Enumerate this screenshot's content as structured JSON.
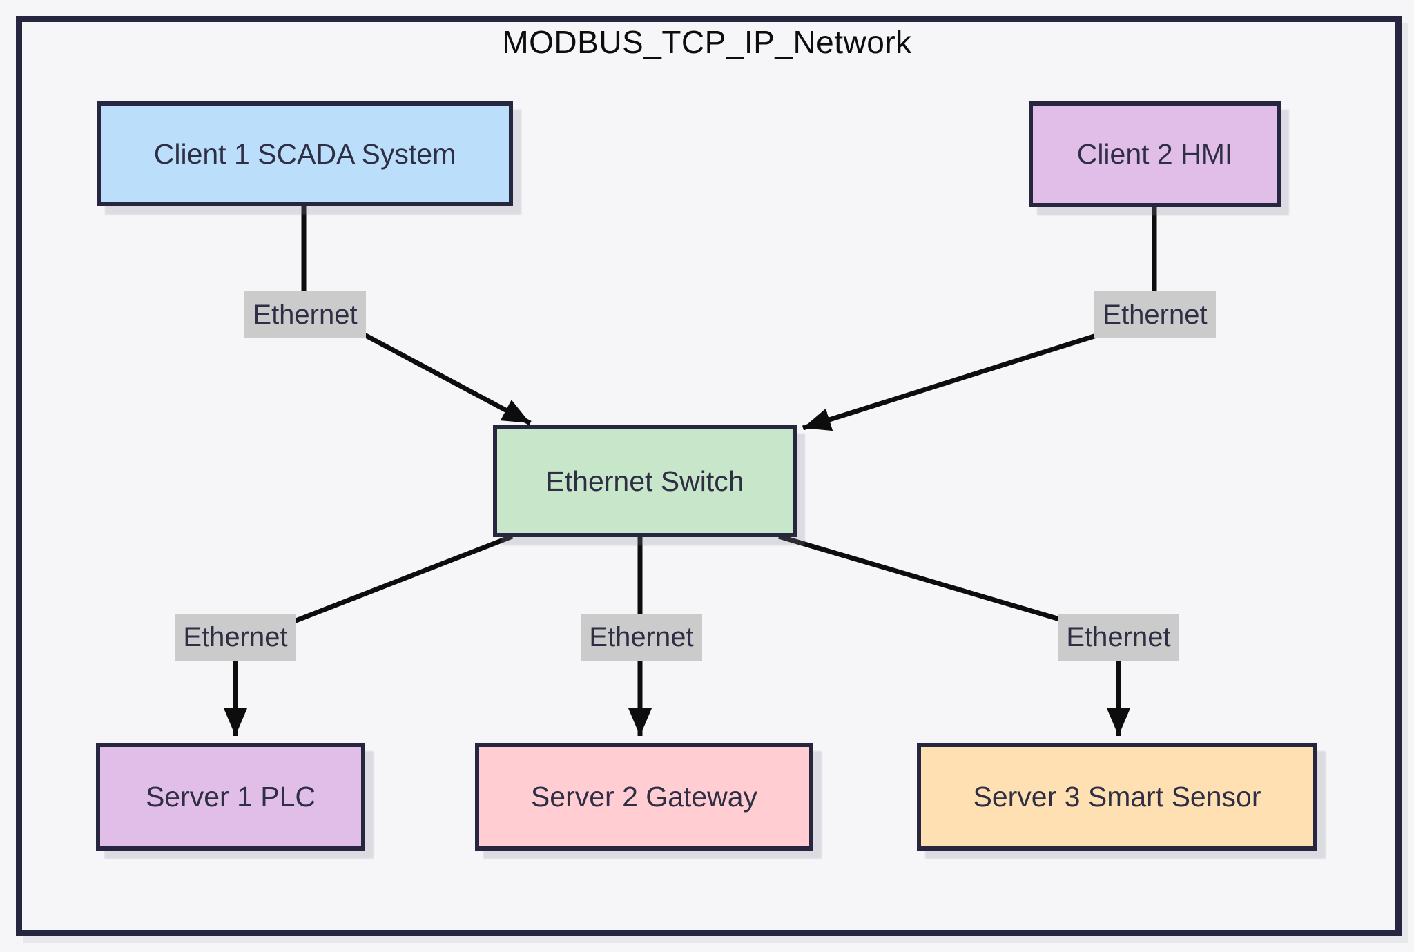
{
  "title": "MODBUS_TCP_IP_Network",
  "nodes": {
    "client1": {
      "label": "Client 1 SCADA System",
      "fill": "#BBDEFB"
    },
    "client2": {
      "label": "Client 2 HMI",
      "fill": "#E1BEE7"
    },
    "switch": {
      "label": "Ethernet Switch",
      "fill": "#C8E6C9"
    },
    "server1": {
      "label": "Server 1 PLC",
      "fill": "#E1BEE7"
    },
    "server2": {
      "label": "Server 2 Gateway",
      "fill": "#FFCDD2"
    },
    "server3": {
      "label": "Server 3 Smart Sensor",
      "fill": "#FFE0B2"
    }
  },
  "edges": [
    {
      "from": "client1",
      "to": "switch",
      "label": "Ethernet"
    },
    {
      "from": "client2",
      "to": "switch",
      "label": "Ethernet"
    },
    {
      "from": "switch",
      "to": "server1",
      "label": "Ethernet"
    },
    {
      "from": "switch",
      "to": "server2",
      "label": "Ethernet"
    },
    {
      "from": "switch",
      "to": "server3",
      "label": "Ethernet"
    }
  ],
  "colors": {
    "background": "#F6F6F9",
    "frame_border": "#272640",
    "node_border": "#272640",
    "node_text": "#2E2E44",
    "title_text": "#0D0D0D",
    "edge_line": "#0D0D0D",
    "edge_label_bg": "#CBCBCB"
  }
}
